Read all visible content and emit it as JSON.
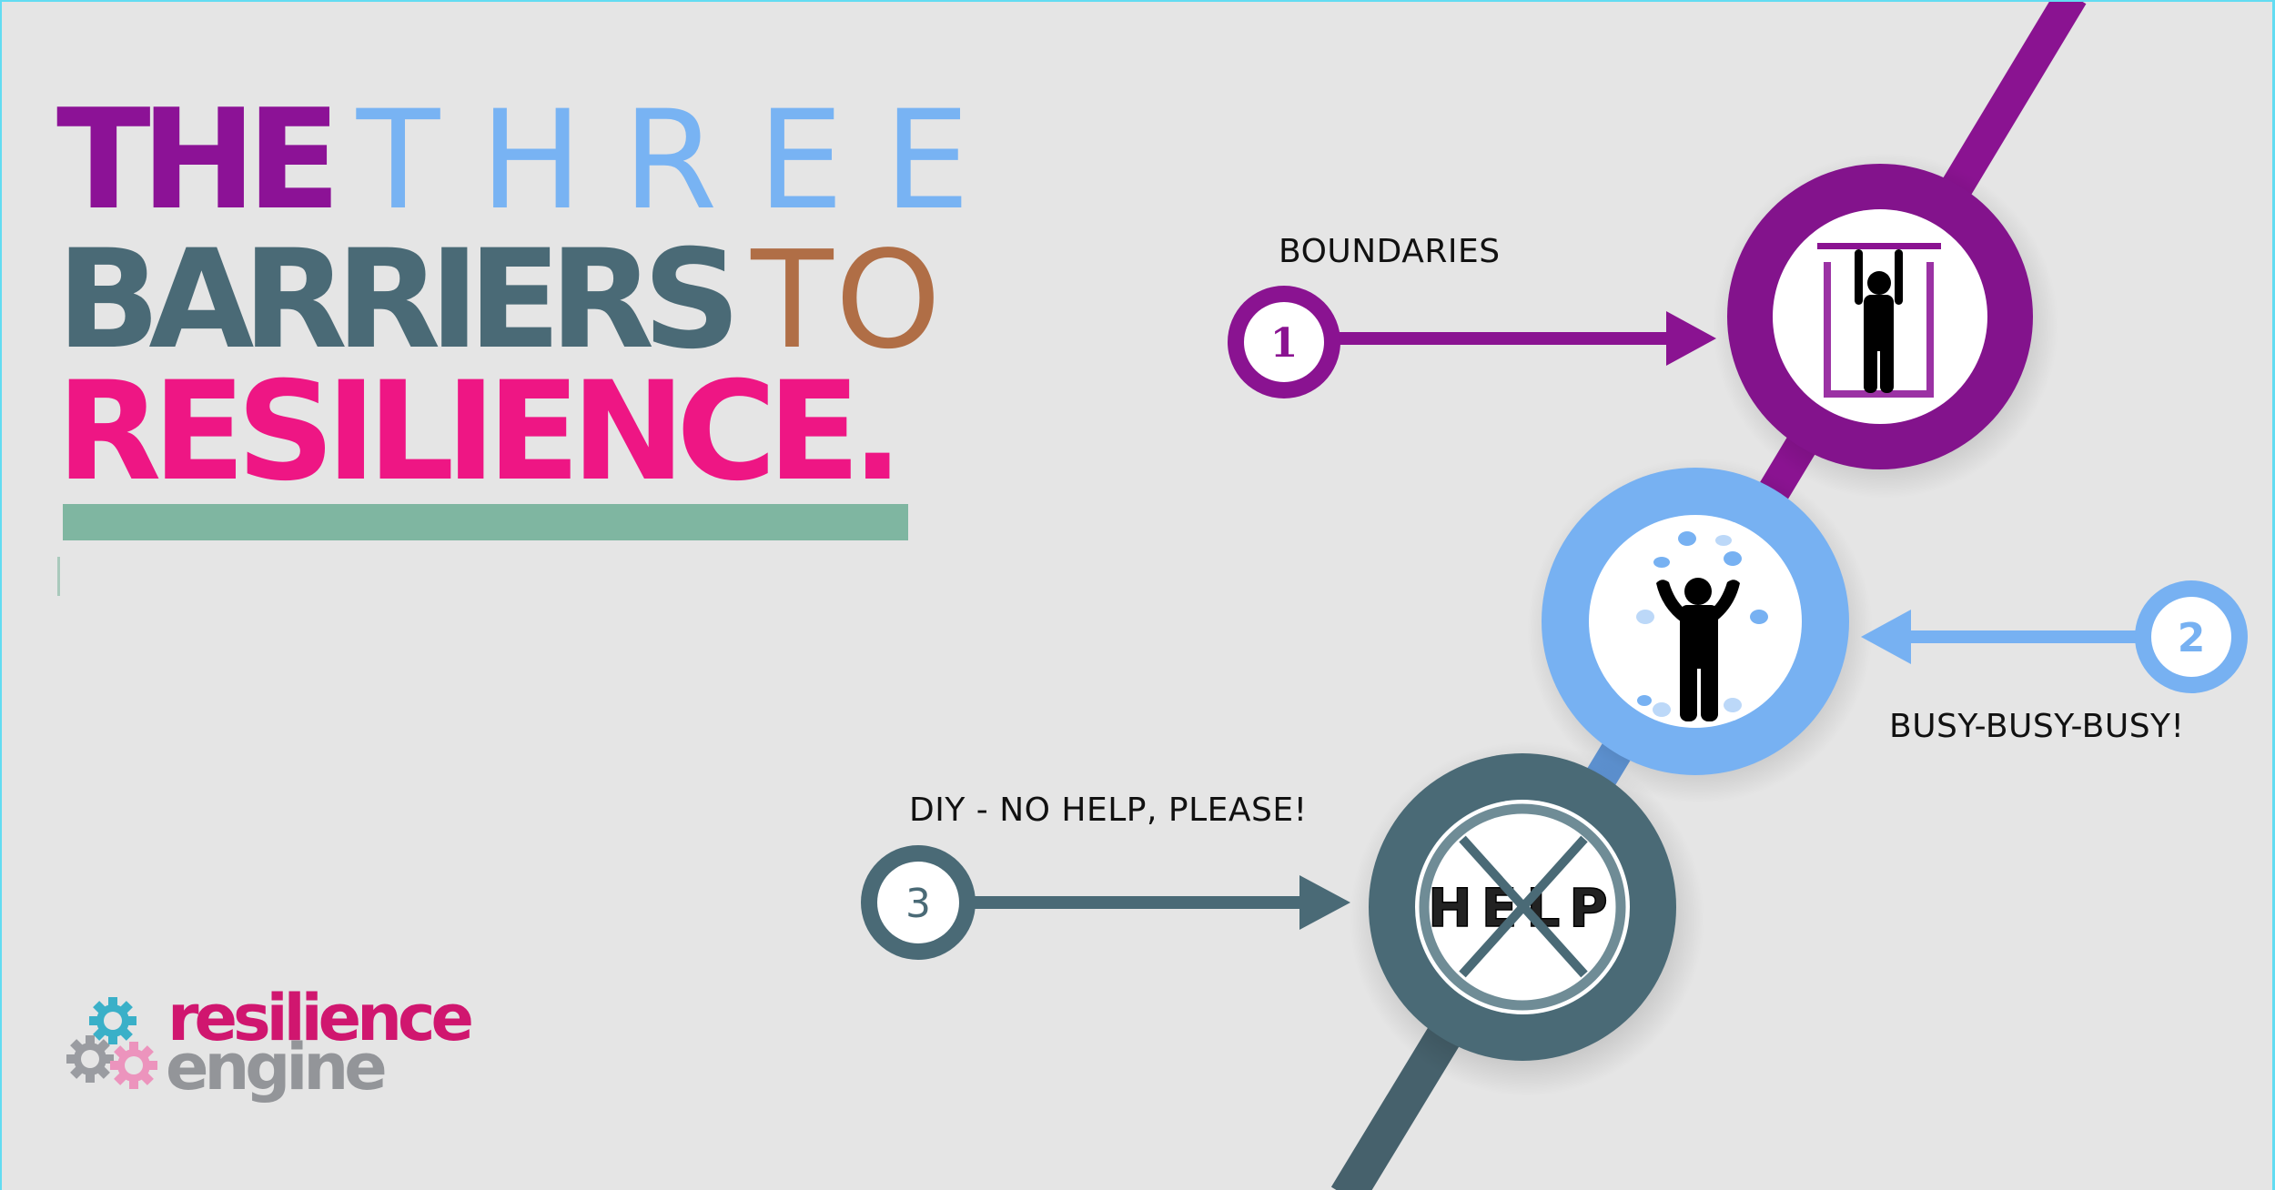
{
  "title": {
    "line1": {
      "bold": "THE",
      "light": "THREE"
    },
    "line2": {
      "bold": "BARRIERS",
      "light": "TO"
    },
    "line3": {
      "bold": "RESILIENCE."
    }
  },
  "barriers": [
    {
      "number": "1",
      "label": "BOUNDARIES",
      "icon": "person-hanging-in-frame-icon",
      "color": "#8a1391"
    },
    {
      "number": "2",
      "label": "BUSY-BUSY-BUSY!",
      "icon": "person-juggling-icon",
      "color": "#77b1f2"
    },
    {
      "number": "3",
      "label": "DIY - NO HELP, PLEASE!",
      "icon": "no-help-sign-icon",
      "color": "#4a6a76"
    }
  ],
  "help_sign": {
    "text": "HELP"
  },
  "logo": {
    "word1": "resilience",
    "word2": "engine"
  },
  "colors": {
    "background": "#e5e5e5",
    "purple": "#8a1391",
    "light_blue": "#77b1f2",
    "slate": "#4a6a76",
    "brown": "#b06e46",
    "pink": "#ee1684",
    "green_bar": "#7fb6a1",
    "frame_cyan": "#62dcf2"
  }
}
